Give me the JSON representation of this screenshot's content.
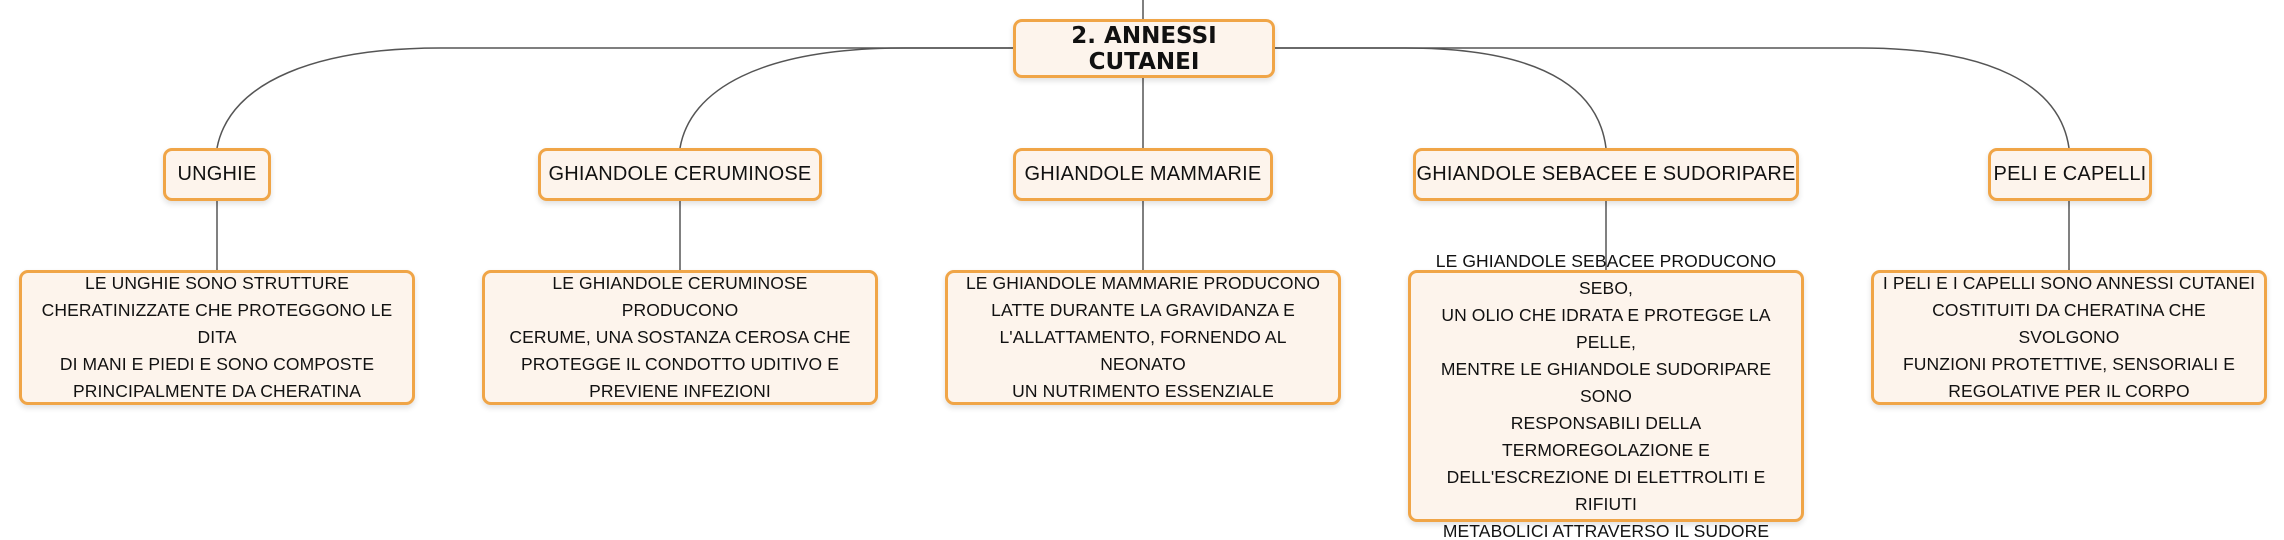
{
  "root": {
    "label": "2. ANNESSI CUTANEI"
  },
  "branches": [
    {
      "label": "UNGHIE",
      "lines": [
        "LE UNGHIE SONO STRUTTURE",
        "CHERATINIZZATE CHE PROTEGGONO LE DITA",
        "DI MANI E PIEDI E SONO COMPOSTE",
        "PRINCIPALMENTE DA CHERATINA"
      ]
    },
    {
      "label": "GHIANDOLE CERUMINOSE",
      "lines": [
        "LE GHIANDOLE CERUMINOSE PRODUCONO",
        "CERUME, UNA SOSTANZA CEROSA CHE",
        "PROTEGGE IL CONDOTTO UDITIVO E",
        "PREVIENE INFEZIONI"
      ]
    },
    {
      "label": "GHIANDOLE MAMMARIE",
      "lines": [
        "LE GHIANDOLE MAMMARIE PRODUCONO",
        "LATTE DURANTE LA GRAVIDANZA E",
        "L'ALLATTAMENTO, FORNENDO AL NEONATO",
        "UN NUTRIMENTO ESSENZIALE"
      ]
    },
    {
      "label": "GHIANDOLE SEBACEE E SUDORIPARE",
      "lines": [
        "LE GHIANDOLE SEBACEE PRODUCONO SEBO,",
        "UN OLIO CHE IDRATA E PROTEGGE LA PELLE,",
        "MENTRE LE GHIANDOLE SUDORIPARE SONO",
        "RESPONSABILI DELLA TERMOREGOLAZIONE E",
        "DELL'ESCREZIONE DI ELETTROLITI E RIFIUTI",
        "METABOLICI ATTRAVERSO IL SUDORE"
      ]
    },
    {
      "label": "PELI E CAPELLI",
      "lines": [
        "I PELI E I CAPELLI SONO ANNESSI CUTANEI",
        "COSTITUITI DA CHERATINA CHE SVOLGONO",
        "FUNZIONI PROTETTIVE, SENSORIALI E",
        "REGOLATIVE PER IL CORPO"
      ]
    }
  ],
  "colors": {
    "border": "#f0a547",
    "fill": "#fdf4ec",
    "line": "#555555",
    "text": "#111111"
  }
}
